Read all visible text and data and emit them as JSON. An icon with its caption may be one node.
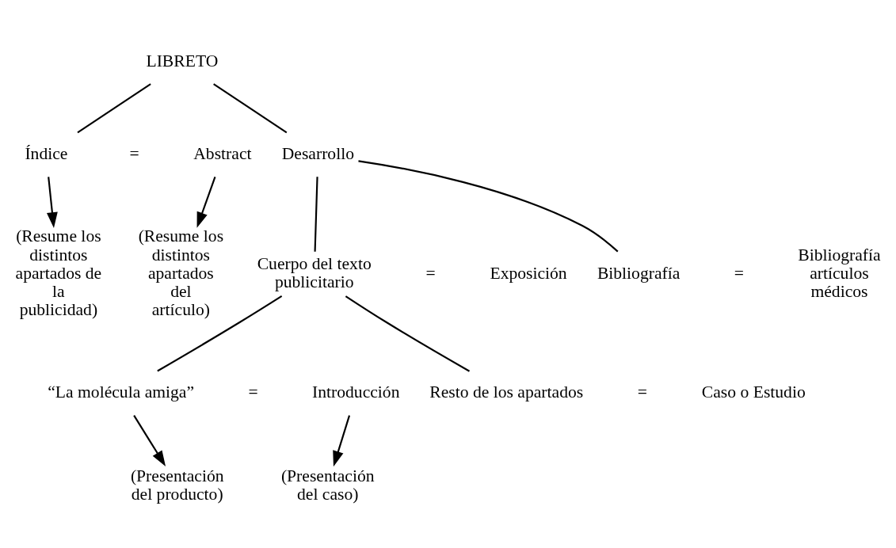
{
  "diagram": {
    "nodes": [
      {
        "text": [
          "LIBRETO"
        ]
      },
      {
        "text": [
          "Índice"
        ]
      },
      {
        "text": [
          "Abstract"
        ]
      },
      {
        "text": [
          "Desarrollo"
        ]
      },
      {
        "text": [
          "(Resume los distintos apartados de la publicidad)"
        ]
      },
      {
        "text": [
          "(Resume los distintos apartados del artículo)"
        ]
      },
      {
        "text": [
          "Cuerpo del texto publicitario"
        ]
      },
      {
        "text": [
          "Exposición"
        ]
      },
      {
        "text": [
          "Bibliografía"
        ]
      },
      {
        "text": [
          "Bibliografía artículos médicos"
        ]
      },
      {
        "text": [
          "“La molécula amiga”"
        ]
      },
      {
        "text": [
          "Introducción"
        ]
      },
      {
        "text": [
          "Resto de los apartados"
        ]
      },
      {
        "text": [
          "Caso o Estudio"
        ]
      },
      {
        "text": [
          "(Presentación del producto)"
        ]
      },
      {
        "text": [
          "(Presentación del caso)"
        ]
      }
    ],
    "edges": [
      {
        "from": 0,
        "to": 1,
        "arrow": "none"
      },
      {
        "from": 0,
        "to": 3,
        "arrow": "none"
      },
      {
        "from": 1,
        "to": 4,
        "arrow": "to"
      },
      {
        "from": 2,
        "to": 5,
        "arrow": "to"
      },
      {
        "from": 3,
        "to": 6,
        "arrow": "none"
      },
      {
        "from": 3,
        "to": 8,
        "arrow": "none"
      },
      {
        "from": 6,
        "to": 10,
        "arrow": "none"
      },
      {
        "from": 6,
        "to": 12,
        "arrow": "none"
      },
      {
        "from": 10,
        "to": 14,
        "arrow": "to"
      },
      {
        "from": 11,
        "to": 15,
        "arrow": "to"
      }
    ],
    "labels": [
      "=",
      "=",
      "=",
      "=",
      "="
    ]
  }
}
